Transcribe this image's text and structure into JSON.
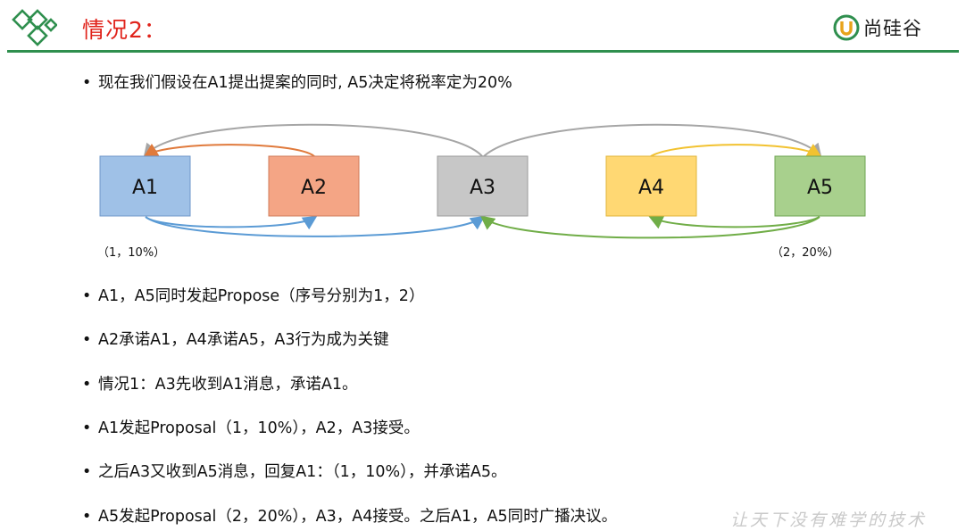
{
  "header": {
    "title": "情况2：",
    "brand_name": "尚硅谷",
    "colors": {
      "title": "#e0231b",
      "rule": "#2f8f4e",
      "logo": "#2f8f4e"
    }
  },
  "intro": "现在我们假设在A1提出提案的同时, A5决定将税率定为20%",
  "nodes": [
    {
      "label": "A1",
      "fill": "#9fc1e7",
      "stroke": "#6f97c9"
    },
    {
      "label": "A2",
      "fill": "#f4a585",
      "stroke": "#d07c5a"
    },
    {
      "label": "A3",
      "fill": "#c7c7c7",
      "stroke": "#9b9b9b"
    },
    {
      "label": "A4",
      "fill": "#ffd873",
      "stroke": "#e2b43a"
    },
    {
      "label": "A5",
      "fill": "#a8d08d",
      "stroke": "#6ea552"
    }
  ],
  "arrow_colors": {
    "gray": "#a6a6a6",
    "orange": "#e07a3c",
    "blue": "#5b9bd5",
    "yellow": "#f2c230",
    "green": "#70ad47"
  },
  "notes": {
    "a1": "（1，10%）",
    "a5": "（2，20%）"
  },
  "bullets": [
    "A1，A5同时发起Propose（序号分别为1，2）",
    "A2承诺A1，A4承诺A5，A3行为成为关键",
    "情况1：A3先收到A1消息，承诺A1。",
    "A1发起Proposal（1，10%），A2，A3接受。",
    "之后A3又收到A5消息，回复A1：（1，10%），并承诺A5。",
    "A5发起Proposal（2，20%），A3，A4接受。之后A1，A5同时广播决议。"
  ],
  "watermark": "让天下没有难学的技术"
}
